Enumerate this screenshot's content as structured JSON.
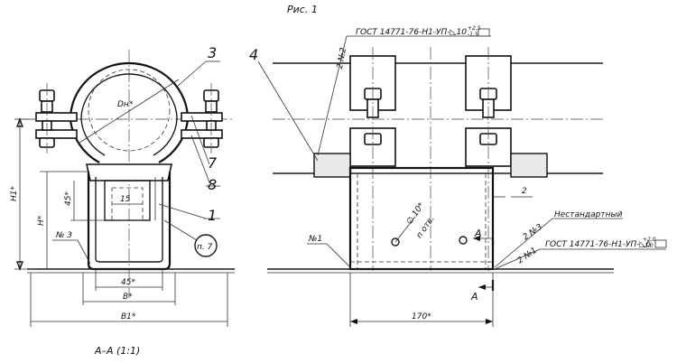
{
  "figure_title": "Рис. 1",
  "section_title": "А–А (1:1)",
  "left_view": {
    "callout_3": "3",
    "callout_7": "7",
    "callout_8": "8",
    "callout_1": "1",
    "circle_note": "п. 7",
    "dim_diameter": "Dн*",
    "dim_H1": "H1*",
    "dim_H": "H*",
    "dim_45_vert": "45*",
    "dim_15": "15",
    "dim_45_horiz": "45*",
    "dim_B": "B*",
    "dim_B1": "B1*",
    "weld_no3": "№ 3"
  },
  "right_view": {
    "callout_4": "4",
    "weld_no2": "2 №2",
    "gost_top": "ГОСТ 14771-76-Н1-УП-◺10",
    "gost_top_tol_upper": "+2,5",
    "gost_top_tol_lower": "-1,5",
    "weld_no1_left": "№1",
    "hole_dia": "∅ 10*",
    "hole_note": "п отв.",
    "dim_2": "2",
    "nonstandard": "Нестандартный",
    "weld_no3": "2 №3",
    "weld_no1": "2 №1",
    "gost_bottom": "ГОСТ 14771-76-Н1-УП-◺6",
    "gost_bottom_tol_upper": "+2,0",
    "gost_bottom_tol_lower": "-1,0",
    "section_A_upper": "А",
    "section_A_lower": "А",
    "dim_170": "170*"
  }
}
